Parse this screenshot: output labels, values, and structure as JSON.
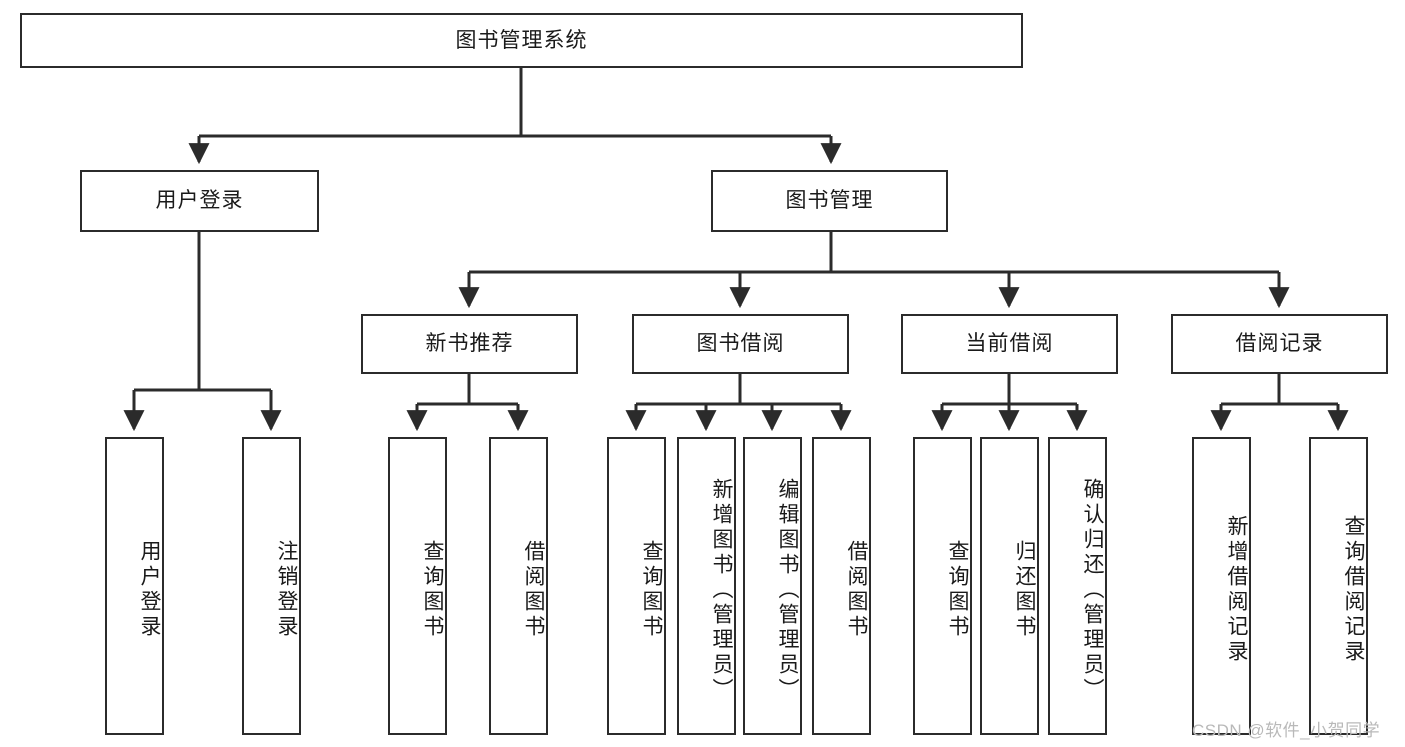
{
  "diagram": {
    "type": "tree",
    "title": "图书管理系统",
    "orientation": "top-down",
    "colors": {
      "box_border": "#2b2b2b",
      "box_fill": "#ffffff",
      "connector": "#2b2b2b",
      "text": "#1a1a1a",
      "watermark": "#b9b9b9"
    },
    "root": {
      "label": "图书管理系统"
    },
    "level2": [
      {
        "label": "用户登录"
      },
      {
        "label": "图书管理"
      }
    ],
    "level3": [
      {
        "label": "新书推荐"
      },
      {
        "label": "图书借阅"
      },
      {
        "label": "当前借阅"
      },
      {
        "label": "借阅记录"
      }
    ],
    "leaves": {
      "user_login": [
        {
          "label": "用户登录"
        },
        {
          "label": "注销登录"
        }
      ],
      "new_book_recommend": [
        {
          "label": "查询图书"
        },
        {
          "label": "借阅图书"
        }
      ],
      "book_borrow": [
        {
          "label": "查询图书"
        },
        {
          "label": "新增图书（管理员）"
        },
        {
          "label": "编辑图书（管理员）"
        },
        {
          "label": "借阅图书"
        }
      ],
      "current_borrow": [
        {
          "label": "查询图书"
        },
        {
          "label": "归还图书"
        },
        {
          "label": "确认归还（管理员）"
        }
      ],
      "borrow_record": [
        {
          "label": "新增借阅记录"
        },
        {
          "label": "查询借阅记录"
        }
      ]
    },
    "watermark": "CSDN @软件_小贺同学"
  }
}
